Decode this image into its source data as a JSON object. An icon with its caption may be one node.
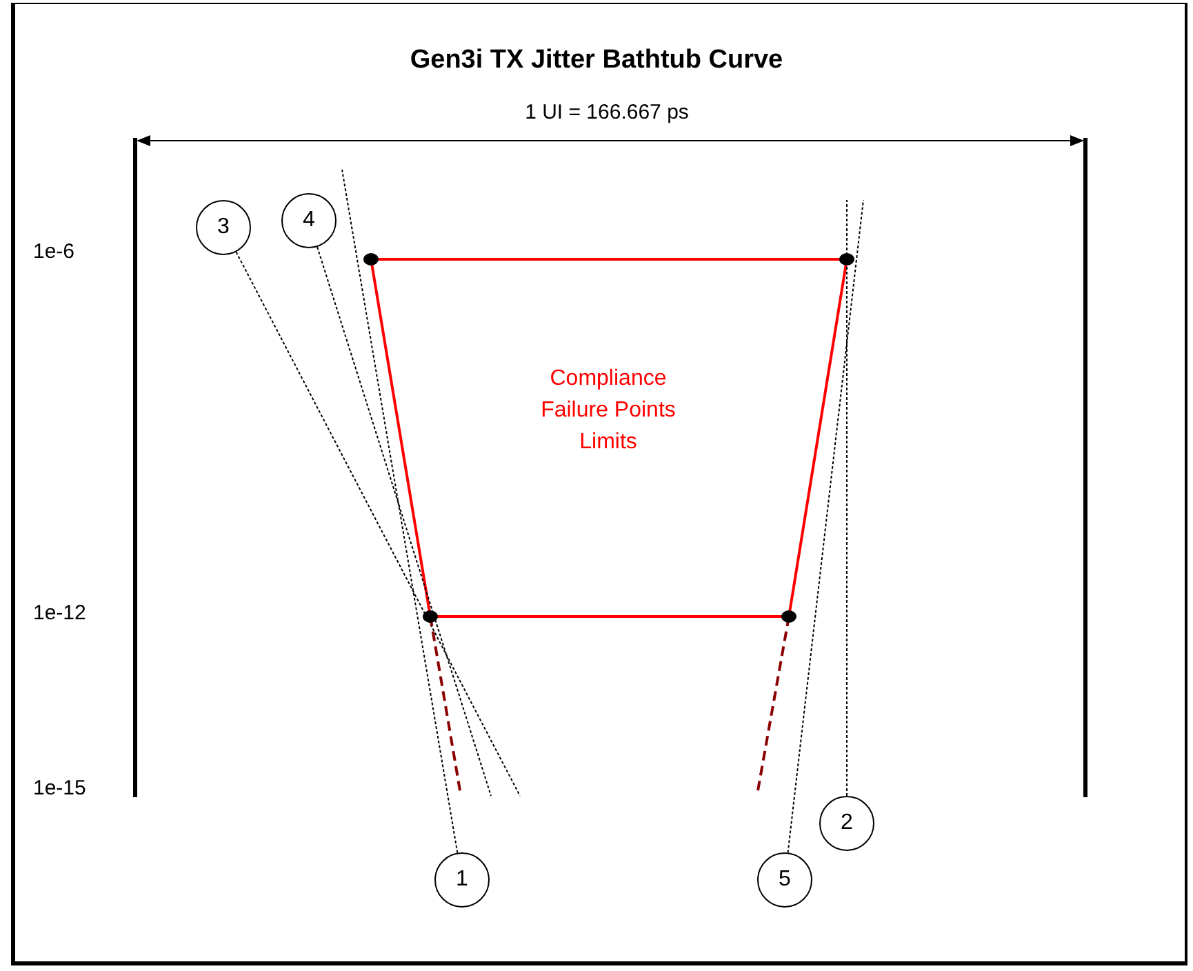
{
  "diagram": {
    "title": "Gen3i TX Jitter Bathtub Curve",
    "nodes": [
      {
        "text": [
          "3"
        ]
      },
      {
        "text": [
          "4"
        ]
      },
      {
        "text": [
          "Compliance Failure Points Limits"
        ]
      },
      {
        "text": [
          "2"
        ]
      },
      {
        "text": [
          "1"
        ]
      },
      {
        "text": [
          "5"
        ]
      }
    ],
    "edges": [
      {
        "from": 0,
        "to": null,
        "arrow": "none",
        "style": "dashed"
      },
      {
        "from": 1,
        "to": null,
        "arrow": "none",
        "style": "dashed"
      },
      {
        "from": 3,
        "to": null,
        "arrow": "none",
        "style": "dashed"
      },
      {
        "from": 4,
        "to": null,
        "arrow": "none",
        "style": "dashed"
      },
      {
        "from": 5,
        "to": null,
        "arrow": "none",
        "style": "dashed"
      },
      {
        "from": 2,
        "to": null,
        "arrow": "none",
        "style": "dashed",
        "color": "#8b0000"
      },
      {
        "from": 2,
        "to": null,
        "arrow": "none",
        "style": "dashed",
        "color": "#8b0000"
      }
    ],
    "labels": [
      "1 UI = 166.667 ps",
      "1e-6",
      "1e-12",
      "1e-15"
    ]
  }
}
